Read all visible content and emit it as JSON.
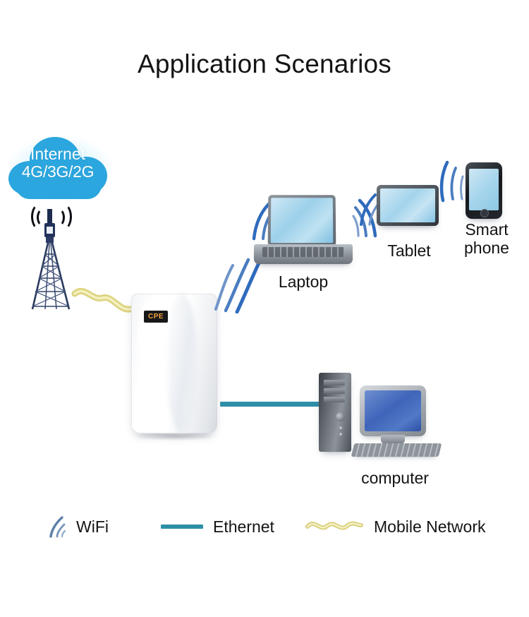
{
  "page": {
    "title": "Application Scenarios",
    "background": "#ffffff"
  },
  "colors": {
    "cloud_blue": "#2ba6de",
    "ethernet_teal": "#2e8fa8",
    "mobile_yellow": "#d8cf7a",
    "wifi_blue": "#3f7fc4",
    "text_dark": "#141414",
    "screen_blue": "#3f64ba"
  },
  "cloud": {
    "name": "internet-cloud",
    "line1": "Internet",
    "line2": "4G/3G/2G"
  },
  "tower": {
    "name": "cell-tower",
    "label": ""
  },
  "router": {
    "name": "cpe-router",
    "badge": "CPE"
  },
  "devices": [
    {
      "key": "laptop",
      "label": "Laptop",
      "icon": "laptop-icon",
      "connection": "wifi"
    },
    {
      "key": "tablet",
      "label": "Tablet",
      "icon": "tablet-icon",
      "connection": "wifi"
    },
    {
      "key": "smartphone",
      "label_line1": "Smart",
      "label_line2": "phone",
      "icon": "smartphone-icon",
      "connection": "wifi"
    },
    {
      "key": "computer",
      "label": "computer",
      "icon": "desktop-computer-icon",
      "connection": "ethernet"
    }
  ],
  "legend": {
    "items": [
      {
        "key": "wifi",
        "label": "WiFi",
        "icon": "wifi-arcs-icon"
      },
      {
        "key": "ethernet",
        "label": "Ethernet",
        "icon": "ethernet-line-icon"
      },
      {
        "key": "mobile",
        "label": "Mobile Network",
        "icon": "mobile-wave-icon"
      }
    ]
  }
}
